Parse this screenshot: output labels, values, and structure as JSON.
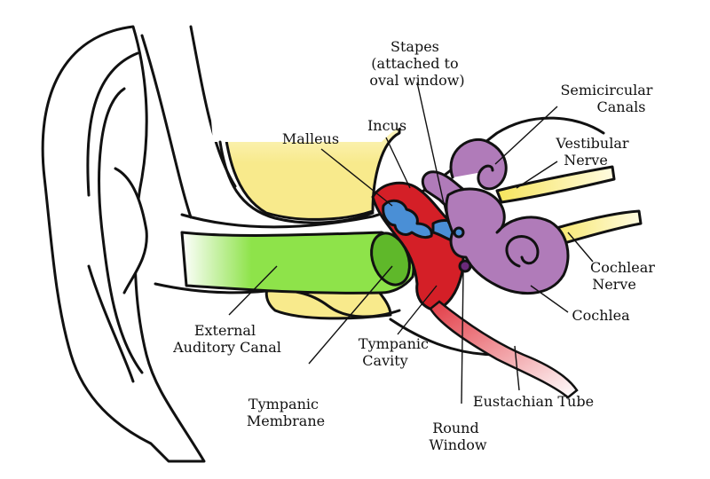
{
  "colors": {
    "outline": "#111111",
    "bone_yellow": "#f8ea8c",
    "canal_green": "#8ee34a",
    "membrane_green": "#5fb82a",
    "middle_ear_red": "#d41f27",
    "ossicle_blue": "#4a8fd6",
    "inner_ear_purple": "#b07bb9",
    "eustachian_pink": "#e7737a"
  },
  "labels": {
    "stapes": [
      "Stapes",
      "(attached to",
      "oval window)"
    ],
    "malleus": [
      "Malleus"
    ],
    "incus": [
      "Incus"
    ],
    "semicircular_canals": [
      "Semicircular",
      "Canals"
    ],
    "vestibular_nerve": [
      "Vestibular",
      "Nerve"
    ],
    "cochlear_nerve": [
      "Cochlear",
      "Nerve"
    ],
    "cochlea": [
      "Cochlea"
    ],
    "external_auditory_canal": [
      "External",
      "Auditory Canal"
    ],
    "tympanic_cavity": [
      "Tympanic",
      "Cavity"
    ],
    "tympanic_membrane": [
      "Tympanic",
      "Membrane"
    ],
    "round_window": [
      "Round",
      "Window"
    ],
    "eustachian_tube": [
      "Eustachian Tube"
    ]
  }
}
